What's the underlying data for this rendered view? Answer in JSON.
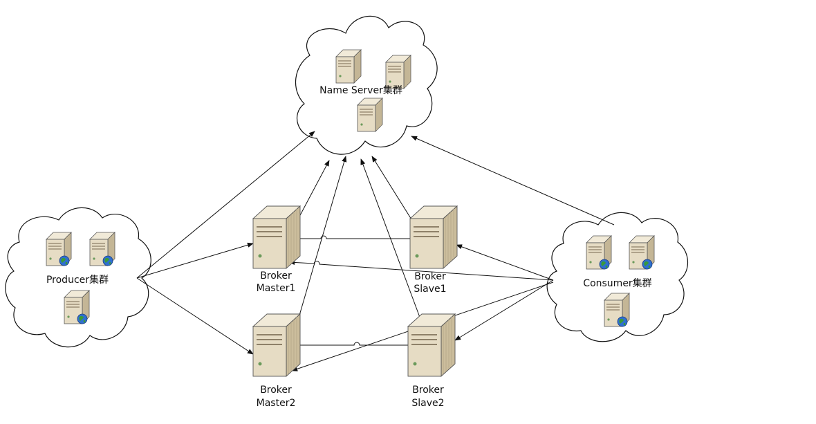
{
  "clusters": {
    "name_server": {
      "label": "Name Server集群"
    },
    "producer": {
      "label": "Producer集群"
    },
    "consumer": {
      "label": "Consumer集群"
    }
  },
  "brokers": {
    "master1": {
      "line1": "Broker",
      "line2": "Master1"
    },
    "slave1": {
      "line1": "Broker",
      "line2": "Slave1"
    },
    "master2": {
      "line1": "Broker",
      "line2": "Master2"
    },
    "slave2": {
      "line1": "Broker",
      "line2": "Slave2"
    }
  },
  "icons": {
    "server": "server-icon",
    "broker": "broker-server-icon",
    "globe": "globe-icon"
  },
  "colors": {
    "stroke": "#111111",
    "server_body": "#e6dcc4",
    "server_stripe": "#b9ab8c",
    "globe_blue": "#2f6fd0",
    "globe_green": "#3a9a3a"
  }
}
